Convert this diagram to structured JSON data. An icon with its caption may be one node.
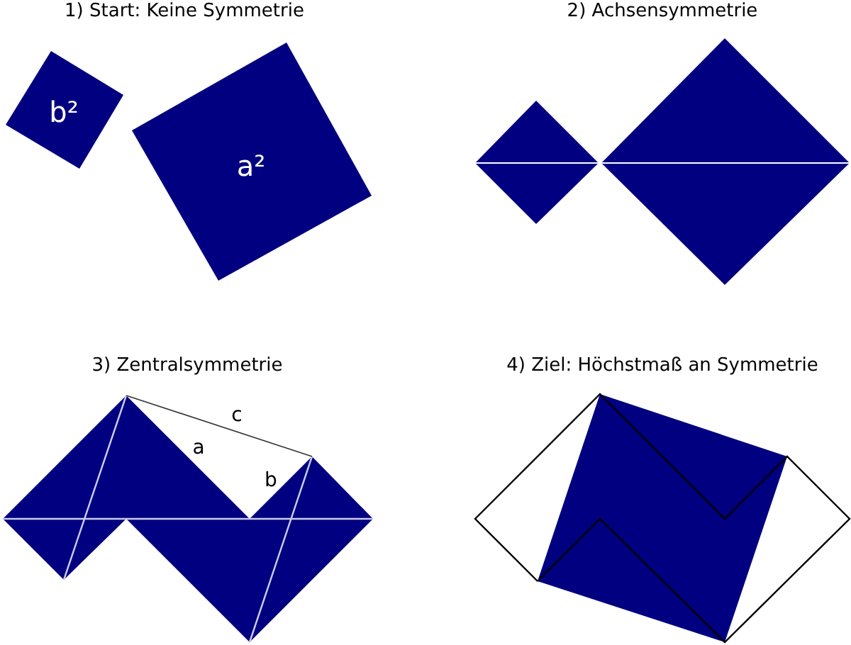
{
  "diagram": {
    "nodes": [
      {
        "text": [
          "b²"
        ]
      },
      {
        "text": [
          "a²"
        ]
      }
    ],
    "labels": [
      "1) Start: Keine Symmetrie",
      "2) Achsensymmetrie",
      "3) Zentralsymmetrie",
      "c",
      "a",
      "b",
      "4) Ziel: Höchstmaß an Symmetrie"
    ]
  }
}
